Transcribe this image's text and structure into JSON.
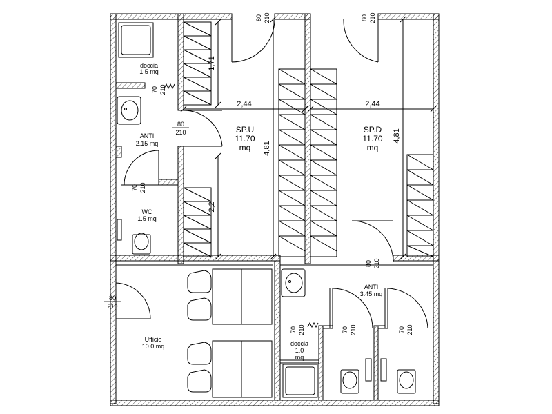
{
  "rooms": {
    "doccia_top": {
      "name": "doccia",
      "area": "1.5 mq"
    },
    "anti_left": {
      "name": "ANTI",
      "area": "2.15 mq"
    },
    "wc": {
      "name": "WC",
      "area": "1.5 mq"
    },
    "spu": {
      "name": "SP.U",
      "area": "11.70",
      "unit": "mq"
    },
    "spd": {
      "name": "SP.D",
      "area": "11.70",
      "unit": "mq"
    },
    "ufficio": {
      "name": "Ufficio",
      "area": "10.0 mq"
    },
    "anti_right": {
      "name": "ANTI",
      "area": "3.45 mq"
    },
    "doccia_bottom": {
      "name": "doccia",
      "area": "1.0",
      "unit": "mq"
    }
  },
  "doors": {
    "d1": {
      "w": "80",
      "h": "210"
    },
    "d2": {
      "w": "80",
      "h": "210"
    },
    "d3": {
      "w": "70",
      "h": "210"
    },
    "d4": {
      "w": "80",
      "h": "210"
    },
    "d5": {
      "w": "70",
      "h": "210"
    },
    "d6": {
      "w": "80",
      "h": "210"
    },
    "d7": {
      "w": "80",
      "h": "210"
    },
    "d8": {
      "w": "70",
      "h": "210"
    },
    "d9": {
      "w": "70",
      "h": "210"
    },
    "d10": {
      "w": "70",
      "h": "210"
    }
  },
  "dimensions": {
    "spu_width": "2,44",
    "spd_width": "2,44",
    "spu_height": "4,81",
    "spd_height": "4,81",
    "locker_top": "1,71",
    "locker_bottom": "2,2"
  }
}
